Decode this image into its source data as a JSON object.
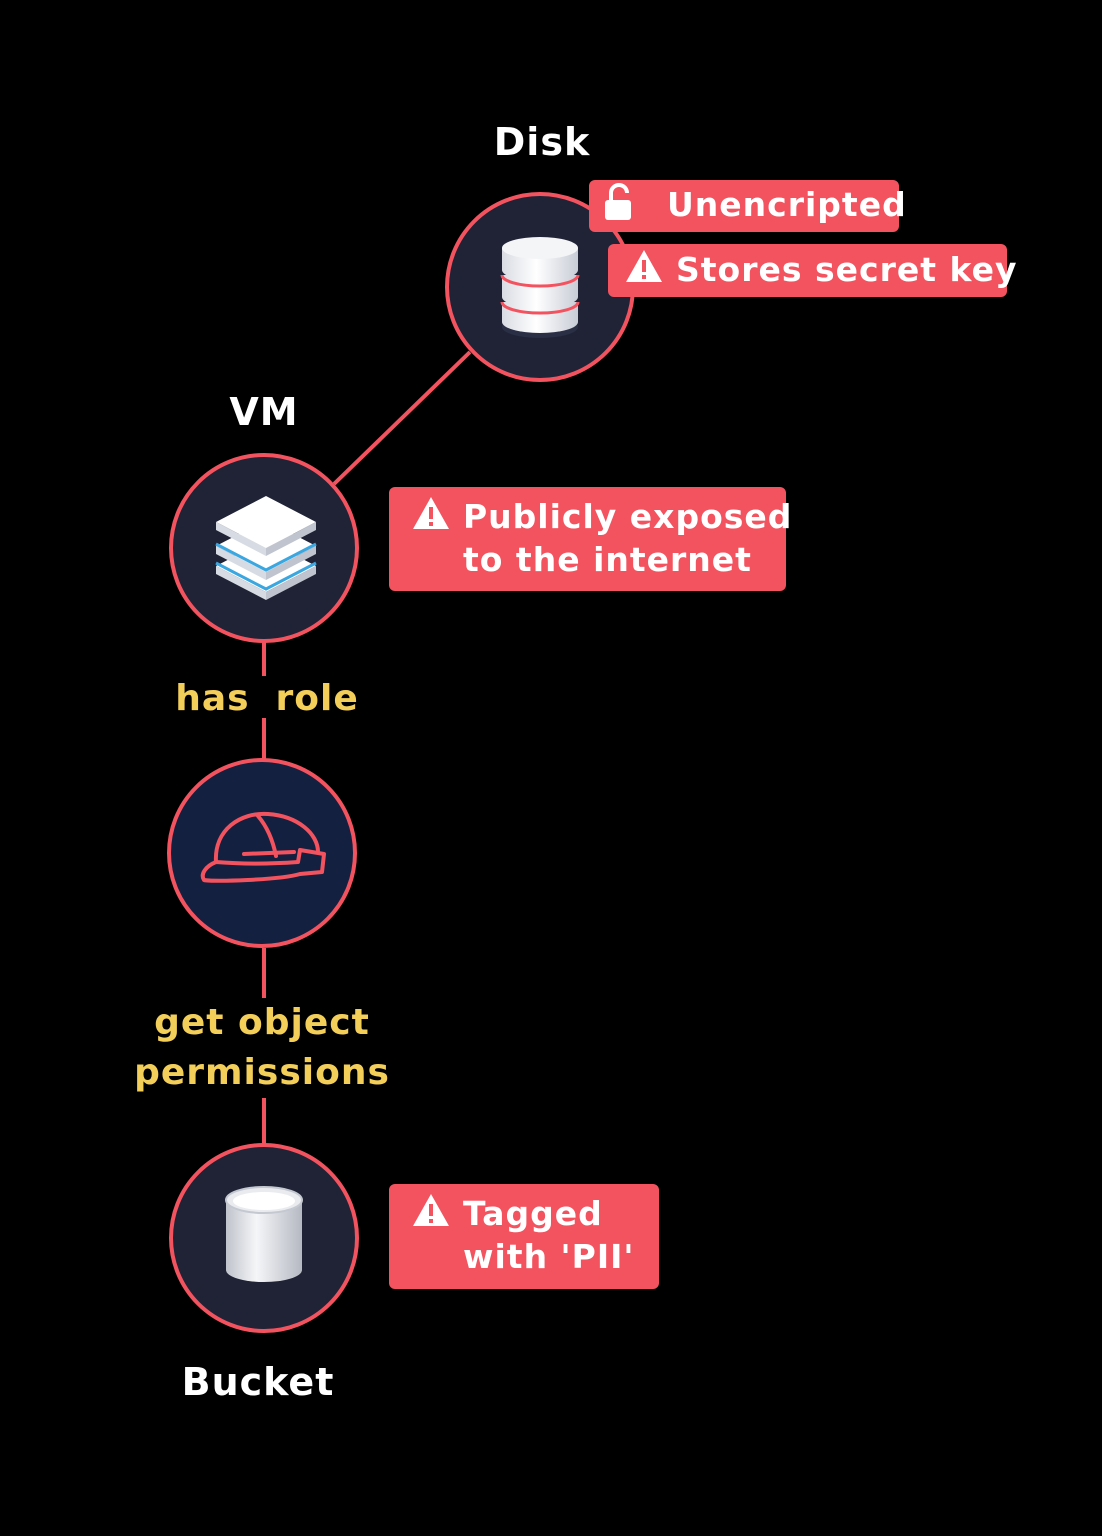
{
  "colors": {
    "background": "#000000",
    "accent_red": "#f2535f",
    "edge_label_yellow": "#f3cf5a",
    "node_fill": "#1f2335",
    "role_node_fill": "#14203f"
  },
  "nodes": {
    "disk": {
      "label": "Disk",
      "icon": "database-icon"
    },
    "vm": {
      "label": "VM",
      "icon": "server-stack-icon"
    },
    "role": {
      "label": "",
      "icon": "hard-hat-icon"
    },
    "bucket": {
      "label": "Bucket",
      "icon": "bucket-icon"
    }
  },
  "edges": {
    "vm_role": {
      "word1": "has",
      "word2": "role"
    },
    "role_bucket": {
      "line1": "get object",
      "line2": "permissions"
    }
  },
  "badges": {
    "disk_unencrypted": {
      "text": "Unencripted",
      "icon": "unlock-icon"
    },
    "disk_secret": {
      "text": "Stores secret key",
      "icon": "warning-icon"
    },
    "vm_exposed": {
      "line1": "Publicly exposed",
      "line2": "to the internet",
      "icon": "warning-icon"
    },
    "bucket_pii": {
      "line1": "Tagged",
      "line2": "with 'PII'",
      "icon": "warning-icon"
    }
  }
}
